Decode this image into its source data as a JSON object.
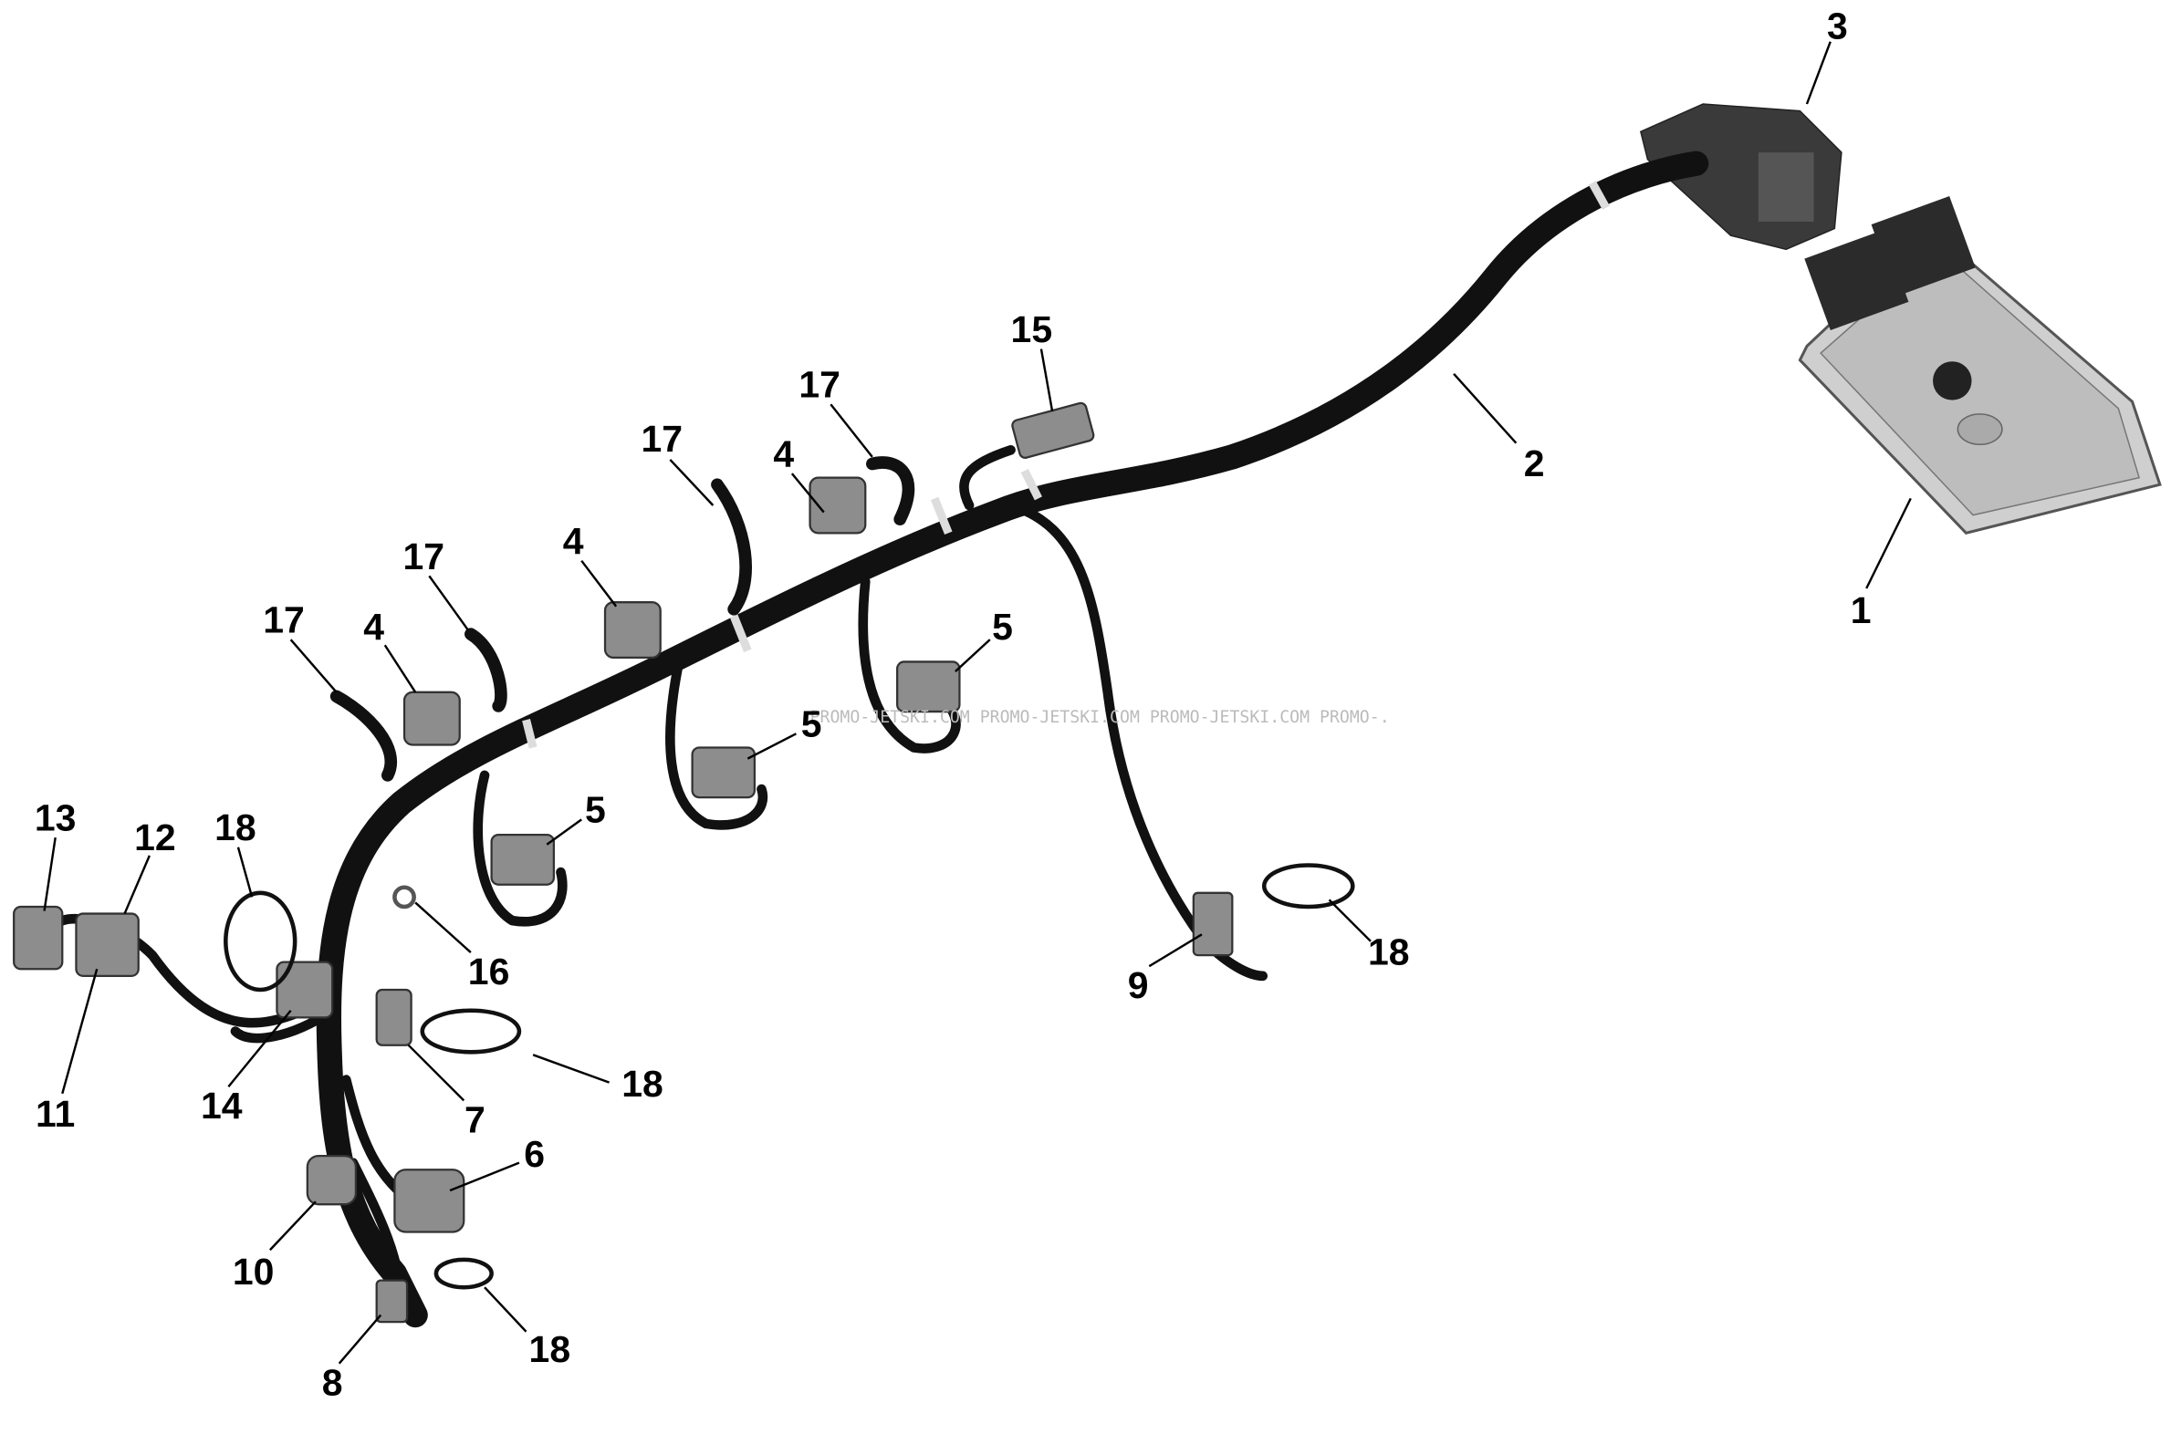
{
  "diagram": {
    "labels": [
      "1",
      "2",
      "3",
      "4",
      "4",
      "4",
      "5",
      "5",
      "5",
      "6",
      "7",
      "8",
      "9",
      "10",
      "11",
      "12",
      "13",
      "14",
      "15",
      "16",
      "17",
      "17",
      "17",
      "17",
      "18",
      "18",
      "18",
      "18"
    ],
    "watermark": "PROMO-JETSKI.COM PROMO-JETSKI.COM PROMO-JETSKI.COM PROMO-."
  }
}
